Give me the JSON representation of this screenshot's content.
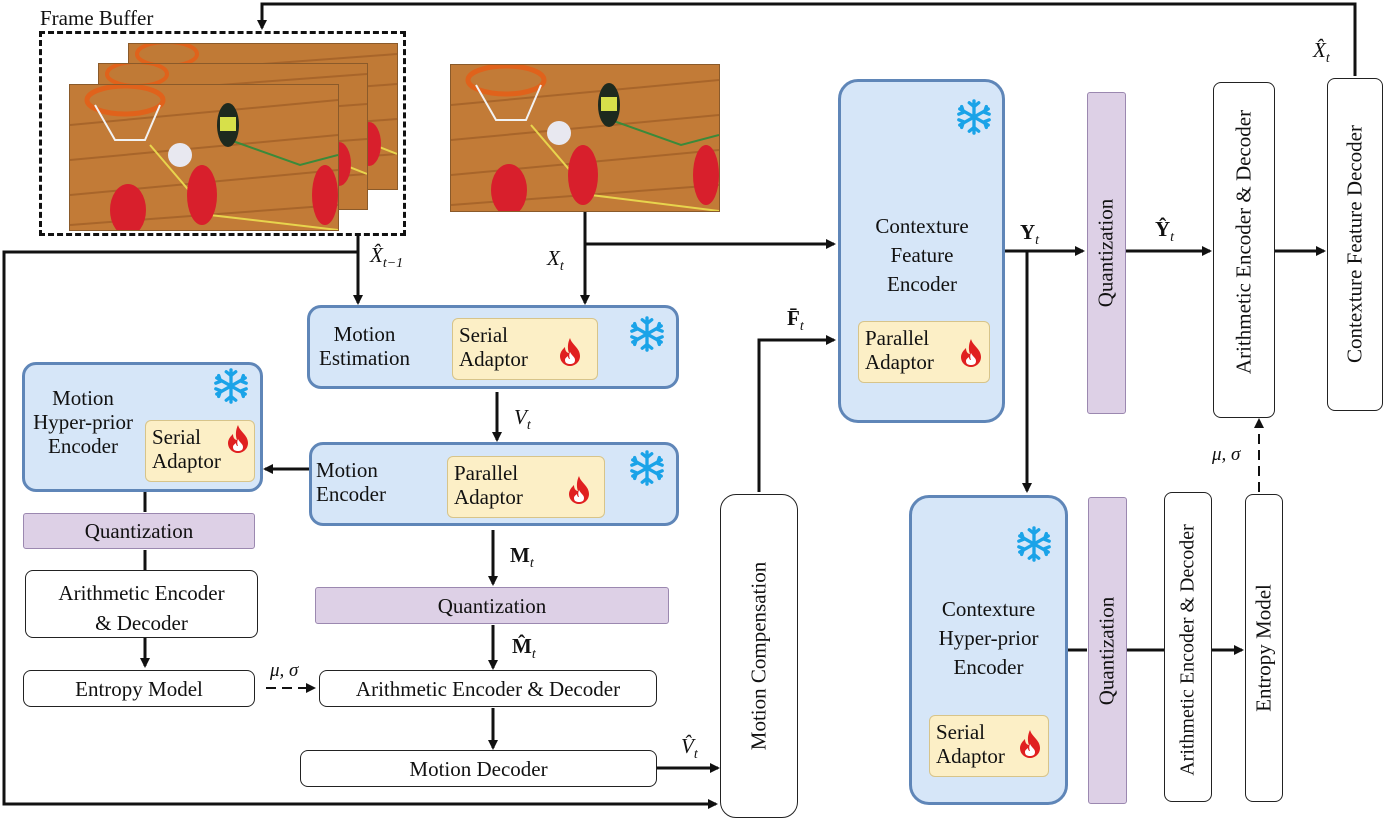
{
  "frame_buffer": {
    "label": "Frame Buffer"
  },
  "blocks": {
    "motion_estimation": {
      "label_line1": "Motion",
      "label_line2": "Estimation",
      "adaptor_line1": "Serial",
      "adaptor_line2": "Adaptor"
    },
    "motion_encoder": {
      "label_line1": "Motion",
      "label_line2": "Encoder",
      "adaptor_line1": "Parallel",
      "adaptor_line2": "Adaptor"
    },
    "motion_hyper_encoder": {
      "label_line1": "Motion",
      "label_line2": "Hyper-prior",
      "label_line3": "Encoder",
      "adaptor_line1": "Serial",
      "adaptor_line2": "Adaptor"
    },
    "left_quantization": "Quantization",
    "left_arith_line1": "Arithmetic Encoder",
    "left_arith_line2": "& Decoder",
    "left_entropy": "Entropy Model",
    "mid_quantization": "Quantization",
    "mid_arith": "Arithmetic Encoder & Decoder",
    "motion_decoder": "Motion Decoder",
    "motion_compensation": "Motion Compensation",
    "ctx_feature_encoder": {
      "label_line1": "Contexture",
      "label_line2": "Feature",
      "label_line3": "Encoder",
      "adaptor_line1": "Parallel",
      "adaptor_line2": "Adaptor"
    },
    "ctx_hyper_encoder": {
      "label_line1": "Contexture",
      "label_line2": "Hyper-prior",
      "label_line3": "Encoder",
      "adaptor_line1": "Serial",
      "adaptor_line2": "Adaptor"
    },
    "top_quantization": "Quantization",
    "top_arith": "Arithmetic Encoder & Decoder",
    "ctx_feature_decoder": "Contexture Feature Decoder",
    "bottom_quantization": "Quantization",
    "bottom_arith": "Arithmetic Encoder & Decoder",
    "bottom_entropy": "Entropy Model"
  },
  "symbols": {
    "x_hat_prev": "X̂",
    "x_hat_prev_sub": "t−1",
    "x_t": "X",
    "x_t_sub": "t",
    "v_t": "V",
    "v_t_sub": "t",
    "m_t": "M",
    "m_t_sub": "t",
    "m_hat_t": "M̂",
    "m_hat_t_sub": "t",
    "v_hat_t": "V̂",
    "v_hat_t_sub": "t",
    "f_bar_t": "F̄",
    "f_bar_t_sub": "t",
    "y_t": "Y",
    "y_t_sub": "t",
    "y_hat_t": "Ŷ",
    "y_hat_t_sub": "t",
    "x_hat_t": "X̂",
    "x_hat_t_sub": "t",
    "mu_sigma_left": "μ, σ",
    "mu_sigma_right": "μ, σ"
  },
  "icons": {
    "frozen": "snowflake-icon",
    "trainable": "flame-icon"
  },
  "colors": {
    "frozen_fill": "#d6e6f8",
    "frozen_border": "#5f86b8",
    "quant_fill": "#ddd0e6",
    "adaptor_fill": "#fcefc6",
    "snowflake": "#1aa3e8",
    "flame": "#e02020"
  }
}
